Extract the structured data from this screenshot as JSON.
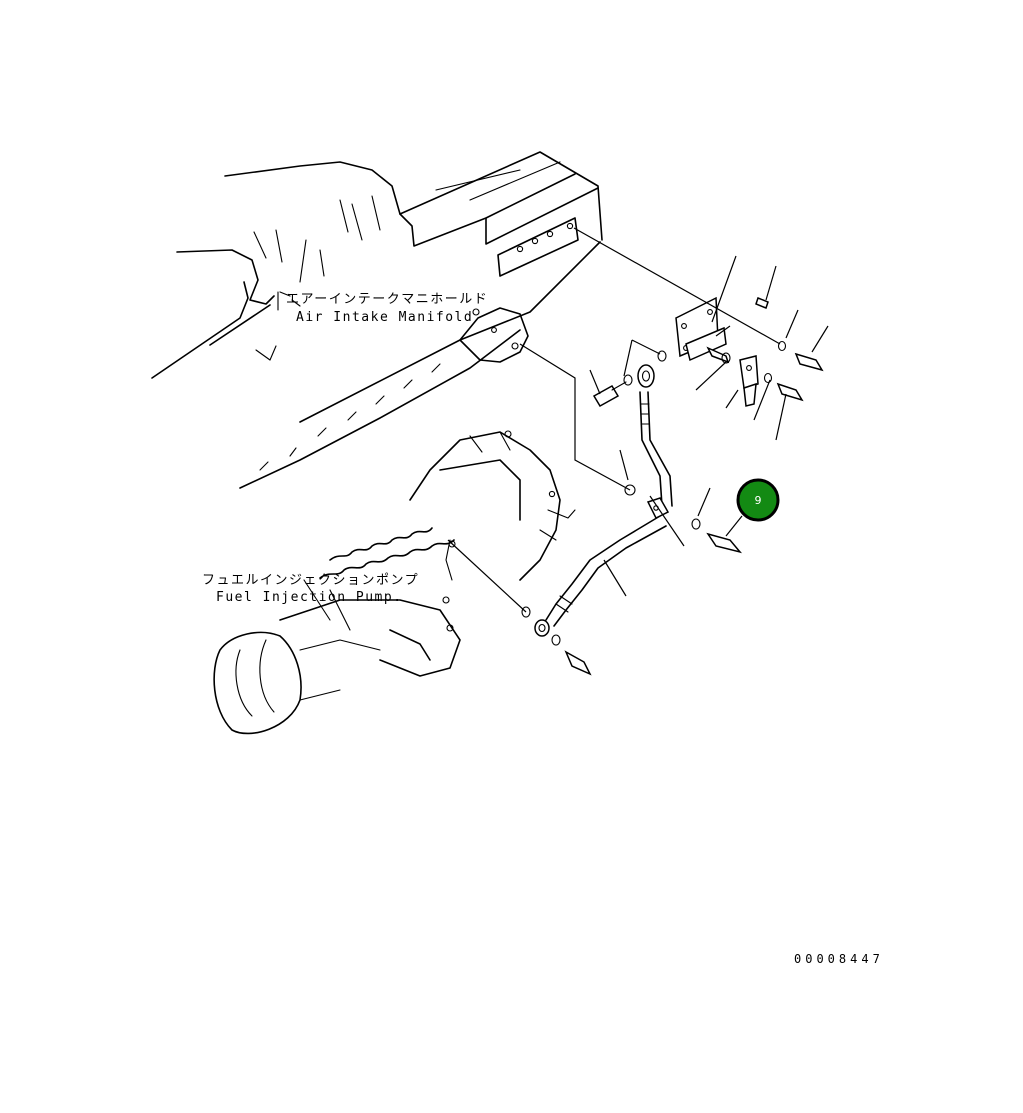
{
  "labels": {
    "manifold_jp": "エアーインテークマニホールド",
    "manifold_en": "Air Intake Manifold",
    "pump_jp": "フュエルインジェクションポンプ",
    "pump_en": "Fuel Injection Pump.",
    "drawing_code": "00008447"
  },
  "callout": {
    "number": "9",
    "color": "#138a13",
    "ring_color": "#000000"
  },
  "icons": {
    "callout": "numbered-callout-icon"
  }
}
